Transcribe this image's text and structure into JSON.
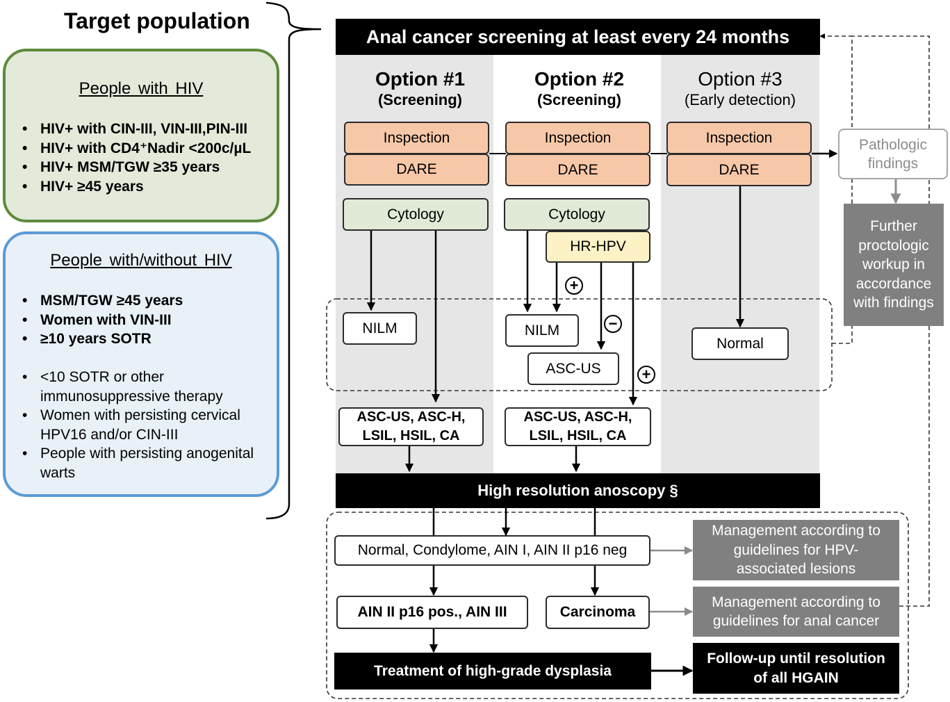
{
  "target_population": {
    "title": "Target population",
    "hiv_group": {
      "title": "People with HIV",
      "items": [
        "HIV+ with CIN-III, VIN-III,PIN-III",
        "HIV+ with CD4⁺Nadir <200c/µL",
        "HIV+ MSM/TGW ≥35 years",
        "HIV+ ≥45 years"
      ]
    },
    "general_group": {
      "title": "People with/without HIV",
      "bold_items": [
        "MSM/TGW ≥45 years",
        "Women with VIN-III",
        "≥10 years SOTR"
      ],
      "items": [
        "<10 SOTR or other immunosuppressive therapy",
        "Women with persisting cervical HPV16 and/or CIN-III",
        "People with persisting anogenital warts"
      ]
    }
  },
  "header": {
    "title": "Anal cancer screening at least every 24 months"
  },
  "options": [
    {
      "title": "Option #1",
      "subtitle": "(Screening)"
    },
    {
      "title": "Option #2",
      "subtitle": "(Screening)"
    },
    {
      "title": "Option #3",
      "subtitle": "(Early detection)"
    }
  ],
  "steps": {
    "inspection": "Inspection",
    "dare": "DARE",
    "cytology": "Cytology",
    "hr_hpv": "HR-HPV",
    "nilm": "NILM",
    "asc_us": "ASC-US",
    "normal": "Normal",
    "abnormal_cytology": "ASC-US, ASC-H, LSIL, HSIL, CA",
    "plus": "+",
    "minus": "−"
  },
  "pathologic_findings": "Pathologic findings",
  "further_workup": "Further proctologic workup in accordance with findings",
  "hra": "High resolution anoscopy §",
  "outcomes": {
    "low_grade": "Normal, Condylome, AIN I, AIN II p16 neg",
    "high_grade": "AIN II p16 pos., AIN III",
    "carcinoma": "Carcinoma",
    "treatment": "Treatment of high-grade dysplasia"
  },
  "management": {
    "hpv": "Management according to guidelines for HPV-associated lesions",
    "cancer": "Management according to guidelines for anal cancer",
    "follow_up": "Follow-up until resolution of all HGAIN"
  },
  "colors": {
    "hiv_fill": "#e3ead9",
    "hiv_border": "#5e8a3c",
    "general_fill": "#e8f0f8",
    "general_border": "#5b9bd5",
    "inspection_fill": "#f7c8a8",
    "cytology_fill": "#e1ead6",
    "hpv_fill": "#fdf2c6",
    "grey_box": "#808080",
    "column_grey": "#e6e6e6"
  }
}
